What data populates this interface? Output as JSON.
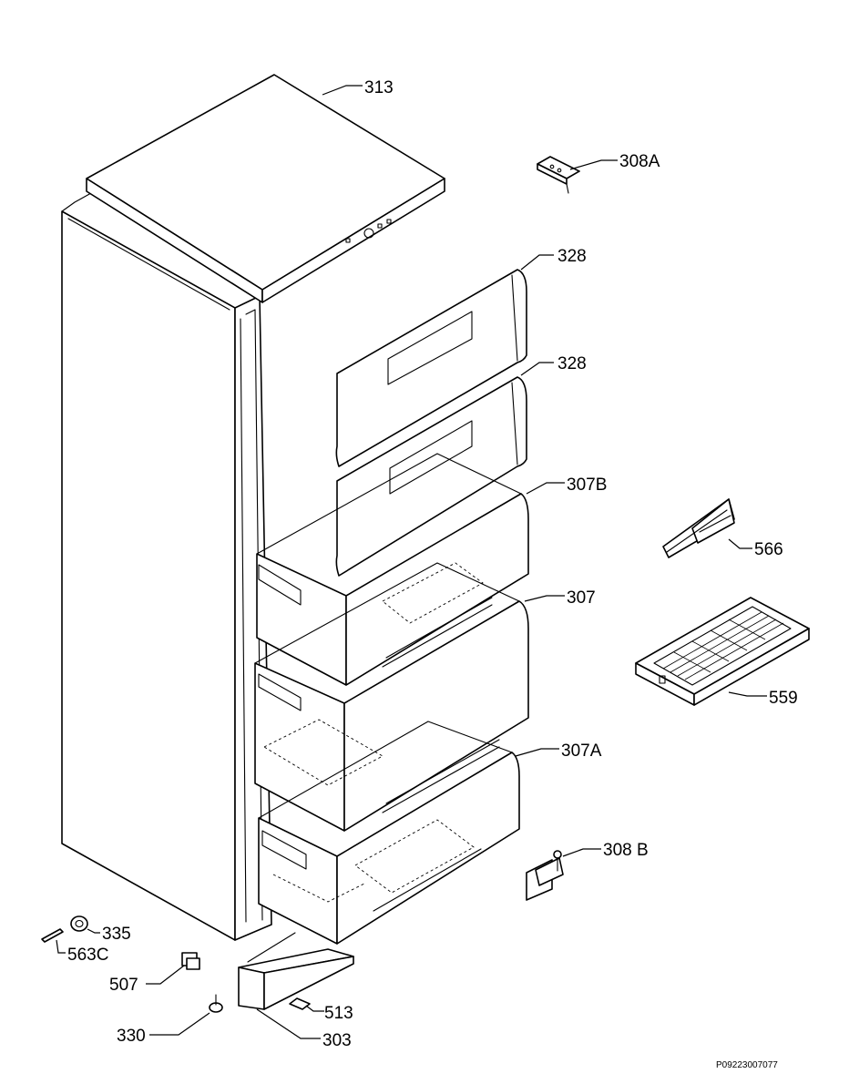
{
  "diagram": {
    "labels": {
      "l313": "313",
      "l308a": "308A",
      "l328a": "328",
      "l328b": "328",
      "l307b": "307B",
      "l307": "307",
      "l307a": "307A",
      "l566": "566",
      "l559": "559",
      "l308b": "308 B",
      "l335": "335",
      "l563c": "563C",
      "l507": "507",
      "l513": "513",
      "l330": "330",
      "l303": "303"
    },
    "code": "P09223007077"
  }
}
